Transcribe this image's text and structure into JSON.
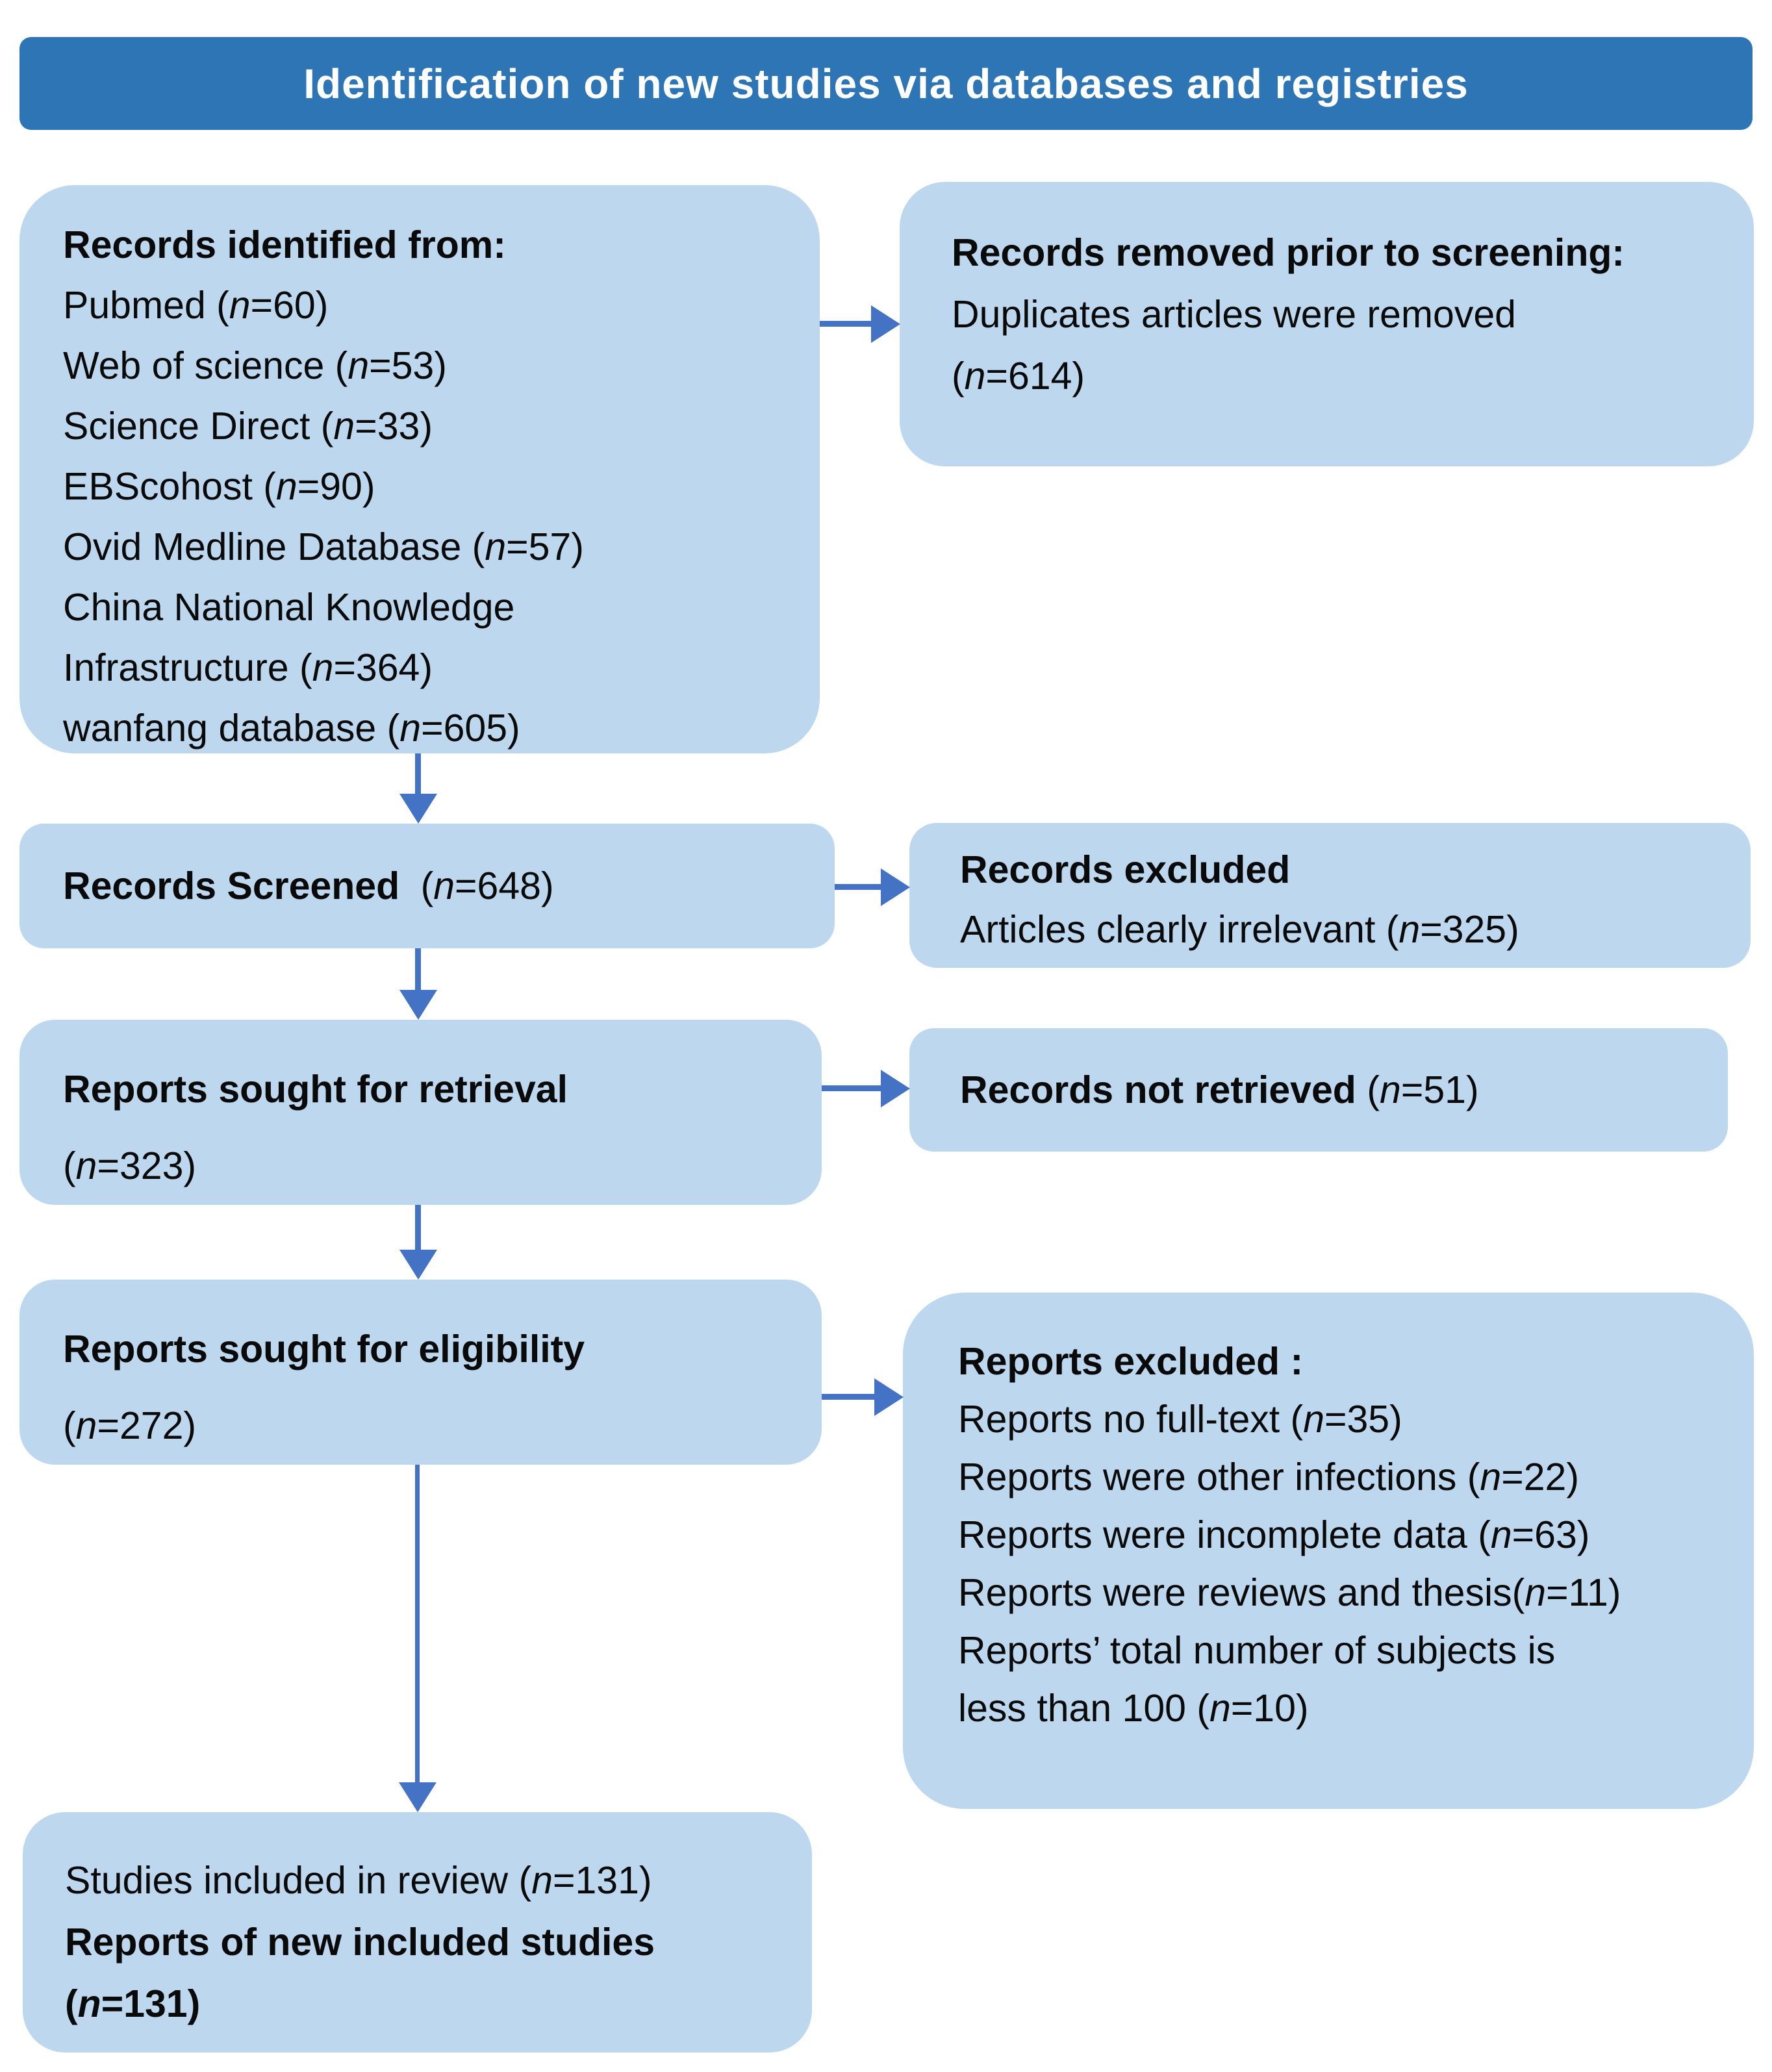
{
  "header": {
    "title": "Identification of new studies via databases and registries"
  },
  "boxes": {
    "identification": {
      "title": "Records identified from:",
      "lines": [
        "Pubmed (n=60)",
        "Web of science (n=53)",
        "Science Direct (n=33)",
        "EBScohost (n=90)",
        "Ovid Medline Database (n=57)",
        "China National Knowledge",
        "Infrastructure (n=364)",
        "wanfang database (n=605)"
      ]
    },
    "removed": {
      "title": "Records removed prior to screening:",
      "line1": "Duplicates articles were removed",
      "line2": "(n=614)"
    },
    "screened": {
      "label": "Records Screened",
      "count": "(n=648)"
    },
    "excluded": {
      "title": "Records excluded",
      "line1": "Articles clearly irrelevant (n=325)"
    },
    "retrieval": {
      "label": "Reports sought for retrieval",
      "count": "(n=323)"
    },
    "not_retrieved": {
      "label": "Records not retrieved",
      "count": "(n=51)"
    },
    "eligibility": {
      "label": "Reports sought for eligibility",
      "count": "(n=272)"
    },
    "reports_excluded": {
      "title": "Reports excluded :",
      "lines": [
        "Reports no full-text (n=35)",
        "Reports were other infections (n=22)",
        "Reports were incomplete data (n=63)",
        "Reports were reviews and thesis(n=11)",
        "Reports’ total number of subjects is",
        "less than 100 (n=10)"
      ]
    },
    "included": {
      "line1": "Studies included in review (n=131)",
      "line2": "Reports of new included studies",
      "line3": "(n=131)"
    }
  },
  "colors": {
    "header_bg": "#2e75b6",
    "box_bg": "#bdd7ee",
    "arrow": "#4472c4",
    "text": "#0a0a0a",
    "header_text": "#ffffff"
  }
}
